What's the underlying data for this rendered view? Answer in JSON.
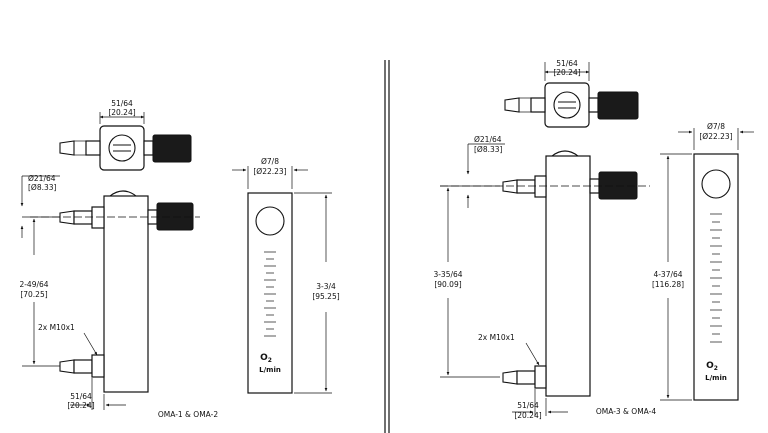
{
  "left": {
    "top_width": [
      "51/64",
      "[20.24]"
    ],
    "port_dia": [
      "Ø21/64",
      "[Ø8.33]"
    ],
    "port_spacing": [
      "2-49/64",
      "[70.25]"
    ],
    "thread_note": "2x M10x1",
    "bottom_width": [
      "51/64",
      "[20.24]"
    ],
    "face_width": [
      "Ø7/8",
      "[Ø22.23]"
    ],
    "height": [
      "3-3/4",
      "[95.25]"
    ],
    "gas": "O",
    "gas_sub": "2",
    "unit": "L/min",
    "caption": "OMA-1 & OMA-2"
  },
  "right": {
    "top_width": [
      "51/64",
      "[20.24]"
    ],
    "port_dia": [
      "Ø21/64",
      "[Ø8.33]"
    ],
    "port_spacing": [
      "3-35/64",
      "[90.09]"
    ],
    "thread_note": "2x M10x1",
    "bottom_width": [
      "51/64",
      "[20.24]"
    ],
    "face_width": [
      "Ø7/8",
      "[Ø22.23]"
    ],
    "height": [
      "4-37/64",
      "[116.28]"
    ],
    "gas": "O",
    "gas_sub": "2",
    "unit": "L/min",
    "caption": "OMA-3 & OMA-4"
  },
  "colors": {
    "ink": "#111111",
    "background": "#ffffff"
  }
}
